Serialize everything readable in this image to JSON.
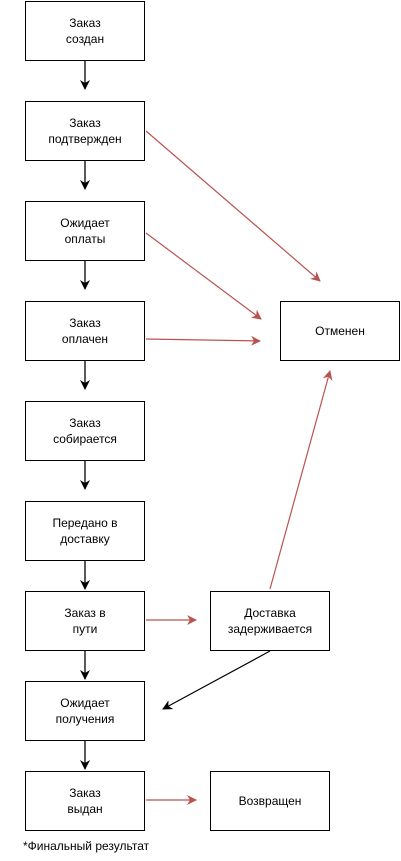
{
  "diagram": {
    "nodes": {
      "created": "Заказ\nсоздан",
      "confirmed": "Заказ\nподтвержден",
      "awaiting_payment": "Ожидает\nоплаты",
      "paid": "Заказ\nоплачен",
      "assembling": "Заказ\nсобирается",
      "handed_to_delivery": "Передано в\nдоставку",
      "in_transit": "Заказ в\nпути",
      "awaiting_pickup": "Ожидает\nполучения",
      "issued": "Заказ\nвыдан",
      "cancelled": "Отменен",
      "delivery_delayed": "Доставка\nзадерживается",
      "returned": "Возвращен"
    },
    "edge_colors": {
      "normal": "#000000",
      "exception": "#b85450"
    },
    "footnote": "*Финальный результат"
  }
}
